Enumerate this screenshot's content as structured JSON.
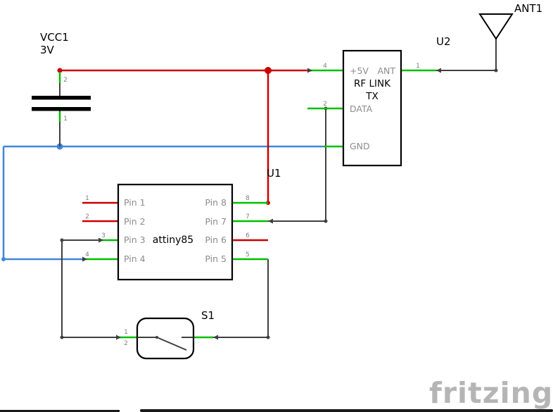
{
  "colors": {
    "wire_red": "#cc0000",
    "wire_green": "#00bf00",
    "wire_blue": "#4186d8",
    "wire_dark": "#404040",
    "outline": "#000000",
    "label": "#000000",
    "pin_label": "#8c8c8c",
    "pin_number": "#808080",
    "watermark": "#b5b5b5"
  },
  "components": {
    "battery": {
      "ref": "VCC1",
      "value": "3V",
      "top_pin": "2",
      "bottom_pin": "1"
    },
    "mcu": {
      "ref": "U1",
      "name": "attiny85",
      "left_pins": [
        {
          "label": "Pin 1",
          "num": "1"
        },
        {
          "label": "Pin 2",
          "num": "2"
        },
        {
          "label": "Pin 3",
          "num": "3"
        },
        {
          "label": "Pin 4",
          "num": "4"
        }
      ],
      "right_pins": [
        {
          "label": "Pin 8",
          "num": "8"
        },
        {
          "label": "Pin 7",
          "num": "7"
        },
        {
          "label": "Pin 6",
          "num": "6"
        },
        {
          "label": "Pin 5",
          "num": "5"
        }
      ]
    },
    "rf": {
      "ref": "U2",
      "title_line1": "RF LINK",
      "title_line2": "TX",
      "pins": {
        "vcc": {
          "label": "+5V",
          "num": "4"
        },
        "ant": {
          "label": "ANT",
          "num": "1"
        },
        "data": {
          "label": "DATA",
          "num": "2"
        },
        "gnd": {
          "label": "GND"
        }
      }
    },
    "antenna": {
      "ref": "ANT1"
    },
    "switch": {
      "ref": "S1",
      "pin1": "1",
      "pin2": "2"
    }
  },
  "watermark": "fritzing"
}
